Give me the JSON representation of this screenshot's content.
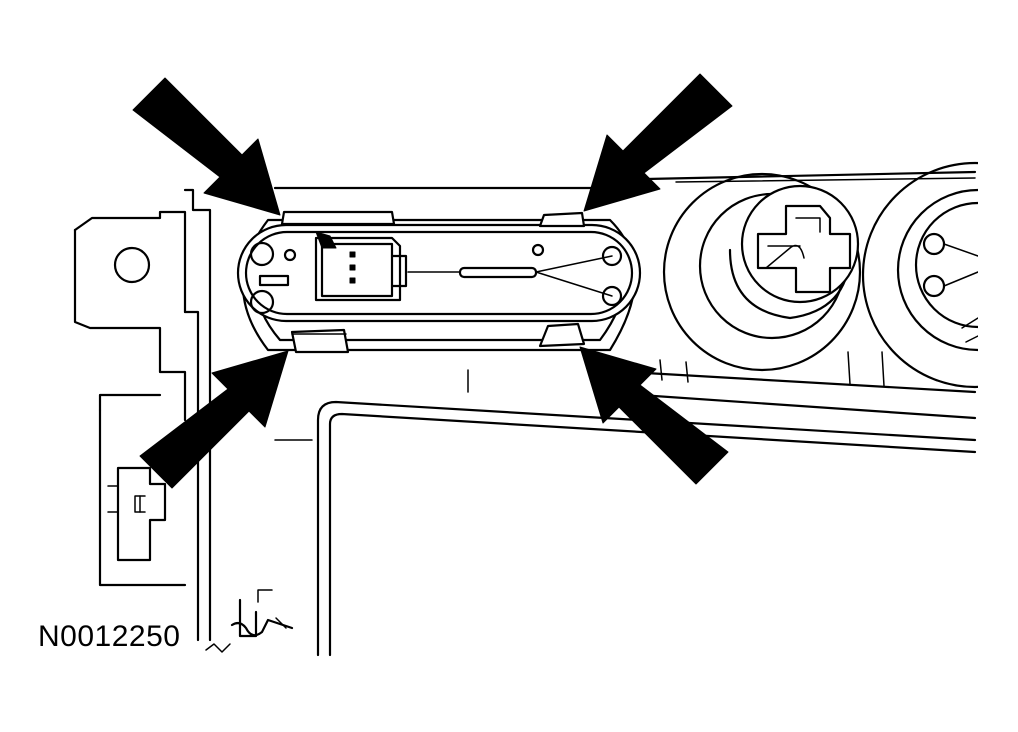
{
  "figure_id": "N0012250",
  "colors": {
    "line": "#000000",
    "background": "#ffffff"
  },
  "callouts": {
    "count": 4,
    "icon": "arrow-icon",
    "targets": [
      "upper-left-tab",
      "upper-right-tab",
      "lower-left-tab",
      "lower-right-tab"
    ]
  }
}
